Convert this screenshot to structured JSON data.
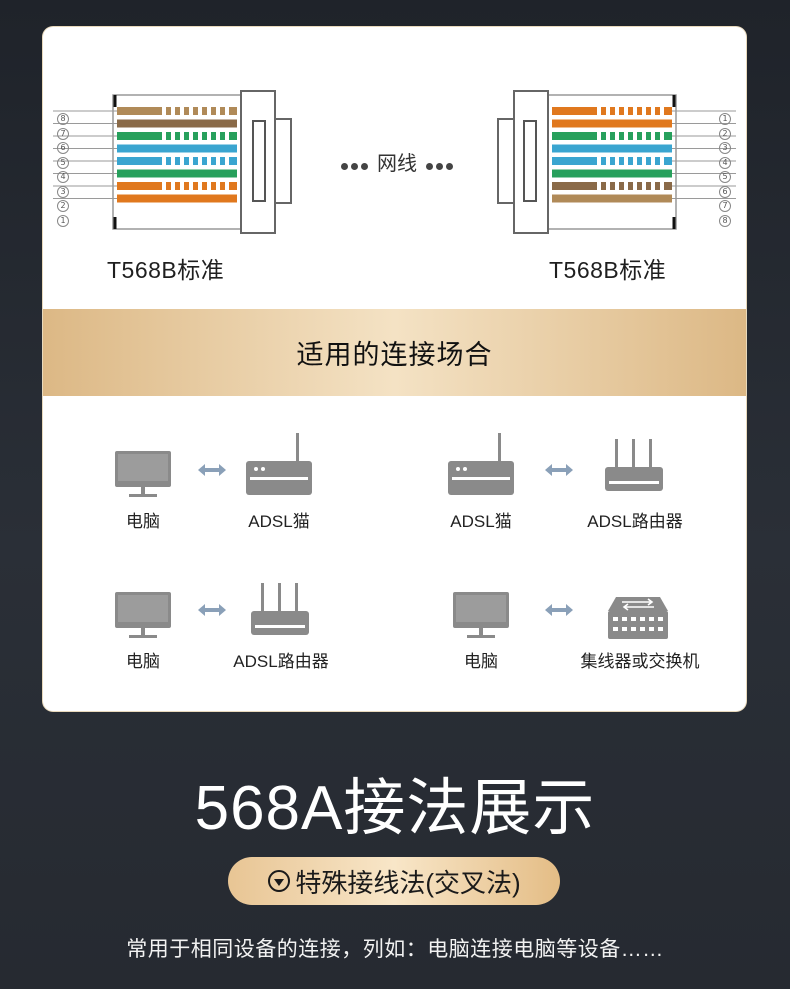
{
  "connectors": {
    "left_label": "T568B标准",
    "right_label": "T568B标准",
    "cable_label": "网线",
    "left_pin_numbers": [
      "8",
      "7",
      "6",
      "5",
      "4",
      "3",
      "2",
      "1"
    ],
    "right_pin_numbers": [
      "1",
      "2",
      "3",
      "4",
      "5",
      "6",
      "7",
      "8"
    ]
  },
  "scenarios": {
    "title": "适用的连接场合",
    "pairs": [
      {
        "a": {
          "label": "电脑",
          "icon": "monitor-icon"
        },
        "b": {
          "label": "ADSL猫",
          "icon": "modem-icon"
        }
      },
      {
        "a": {
          "label": "ADSL猫",
          "icon": "modem-icon"
        },
        "b": {
          "label": "ADSL路由器",
          "icon": "router-icon"
        }
      },
      {
        "a": {
          "label": "电脑",
          "icon": "monitor-icon"
        },
        "b": {
          "label": "ADSL路由器",
          "icon": "router-icon"
        }
      },
      {
        "a": {
          "label": "电脑",
          "icon": "monitor-icon"
        },
        "b": {
          "label": "集线器或交换机",
          "icon": "switch-icon"
        }
      }
    ]
  },
  "section": {
    "title": "568A接法展示",
    "pill_text": "特殊接线法(交叉法)",
    "description": "常用于相同设备的连接，列如：电脑连接电脑等设备……"
  },
  "colors": {
    "background": "#23272e",
    "gold": "#dcb885",
    "icon_gray": "#8a8a8a"
  }
}
